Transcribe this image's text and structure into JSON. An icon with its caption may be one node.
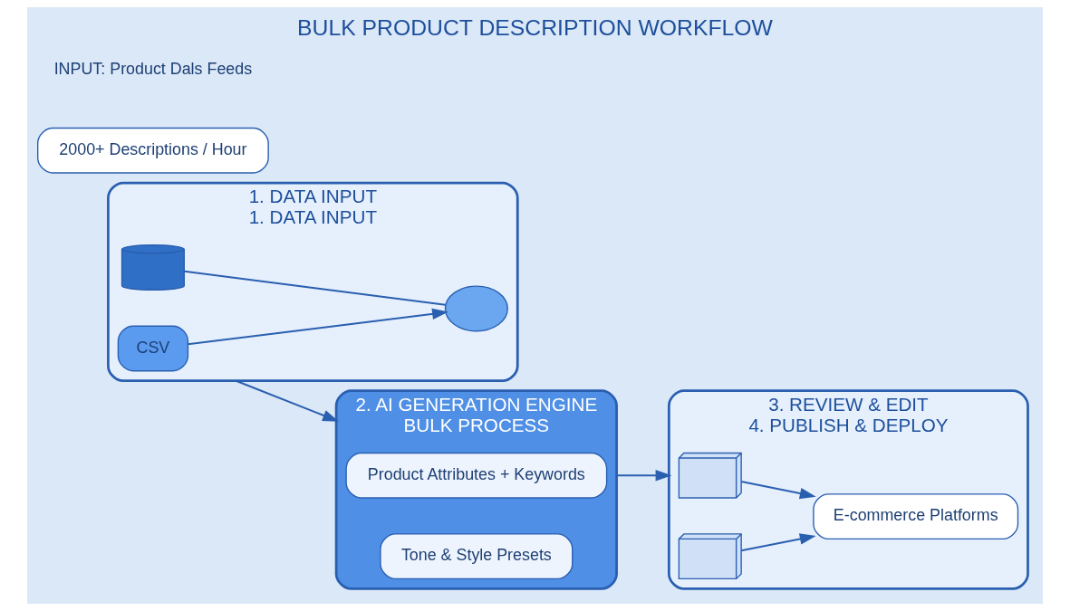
{
  "diagram": {
    "title": "BULK PRODUCT DESCRIPTION WORKFLOW",
    "nodes": [
      {
        "text": [
          "1. DATA INPUT",
          "1. DATA INPUT"
        ]
      },
      {
        "text": [
          "CSV"
        ],
        "in": 0
      },
      {
        "text": [],
        "shape": "cloud",
        "in": 0
      },
      {
        "text": [],
        "shape": "cylinder",
        "in": 0
      },
      {
        "text": [
          "2. AI GENERATION ENGINE",
          "BULK PROCESS"
        ]
      },
      {
        "text": [
          "Product Attributes + Keywords"
        ],
        "in": 4
      },
      {
        "text": [
          "Tone & Style Presets"
        ],
        "in": 4
      },
      {
        "text": [
          "2000+ Descriptions / Hour"
        ]
      },
      {
        "text": [
          "3. REVIEW & EDIT",
          "4. PUBLISH & DEPLOY"
        ]
      },
      {
        "text": [],
        "shape": "picture",
        "in": 8
      },
      {
        "text": [
          "E-commerce Platforms"
        ],
        "in": 8
      },
      {
        "text": [],
        "shape": "picture",
        "in": 8
      }
    ],
    "edges": [
      {
        "from": 1,
        "to": 2,
        "arrow": "to"
      },
      {
        "from": 3,
        "to": 2,
        "arrow": "none"
      },
      {
        "from": 0,
        "to": 4,
        "arrow": "to"
      },
      {
        "from": 4,
        "to": 8,
        "arrow": "to"
      },
      {
        "from": 9,
        "to": 10,
        "arrow": "to"
      },
      {
        "from": 11,
        "to": 10,
        "arrow": "to"
      }
    ],
    "labels": [
      "INPUT: Product Dals Feeds"
    ]
  }
}
